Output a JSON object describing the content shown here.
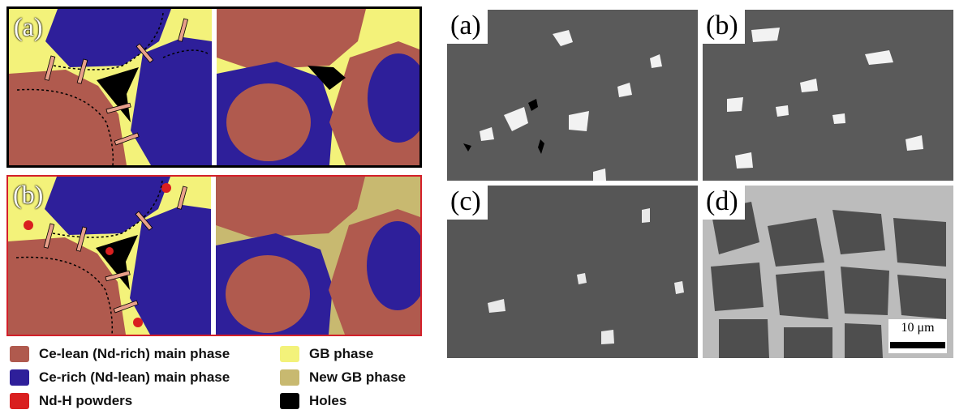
{
  "schematic": {
    "panels": [
      {
        "letter": "(a)",
        "gb_color": "#f3f27a",
        "has_nd_h": false
      },
      {
        "letter": "(b)",
        "gb_color": "#c8b970",
        "has_nd_h": true
      }
    ]
  },
  "micrographs": [
    {
      "letter": "(a)"
    },
    {
      "letter": "(b)"
    },
    {
      "letter": "(c)"
    },
    {
      "letter": "(d)"
    }
  ],
  "scale_bar": {
    "label": "10 μm"
  },
  "legend": [
    {
      "label": "Ce-lean (Nd-rich) main phase",
      "color": "#b05a4e"
    },
    {
      "label": "Ce-rich (Nd-lean) main phase",
      "color": "#2e1f9a"
    },
    {
      "label": "Nd-H powders",
      "color": "#d91f1f"
    },
    {
      "label": "GB phase",
      "color": "#f3f27a"
    },
    {
      "label": "New GB phase",
      "color": "#c8b970"
    },
    {
      "label": "Holes",
      "color": "#000000"
    }
  ],
  "colors": {
    "ce_lean": "#b05a4e",
    "ce_rich": "#2e1f9a",
    "nd_h": "#d91f1f",
    "holes": "#000000",
    "arrow": "#e8a08a"
  }
}
